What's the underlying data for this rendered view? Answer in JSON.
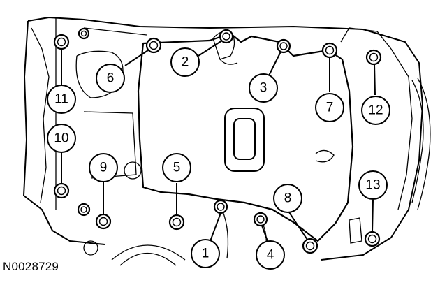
{
  "figure_id": "N0028729",
  "callouts": [
    {
      "label": "1"
    },
    {
      "label": "2"
    },
    {
      "label": "3"
    },
    {
      "label": "4"
    },
    {
      "label": "5"
    },
    {
      "label": "6"
    },
    {
      "label": "7"
    },
    {
      "label": "8"
    },
    {
      "label": "9"
    },
    {
      "label": "10"
    },
    {
      "label": "11"
    },
    {
      "label": "12"
    },
    {
      "label": "13"
    }
  ],
  "colors": {
    "line": "#000000",
    "background": "#ffffff"
  }
}
